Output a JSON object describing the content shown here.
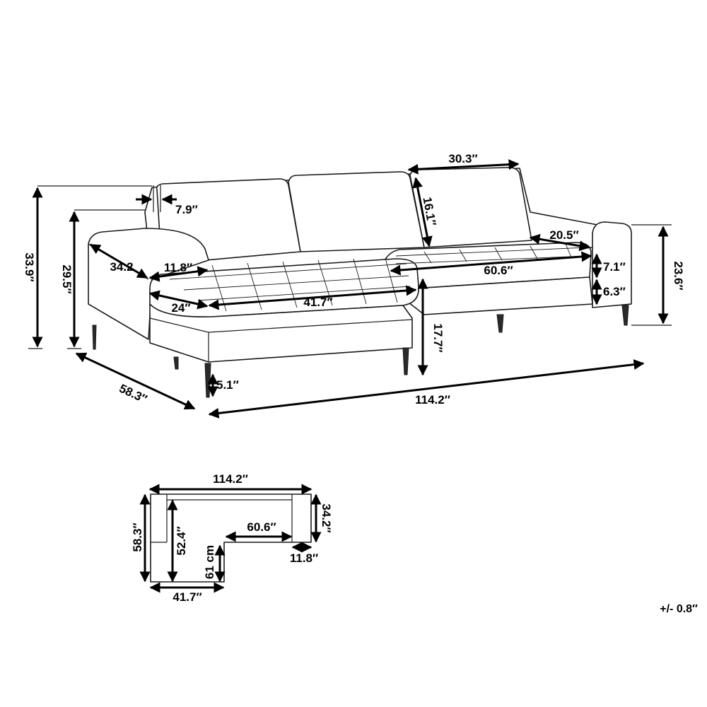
{
  "perspective": {
    "width_total": "114.2″",
    "depth_chaise": "58.3″",
    "height_back": "33.9″",
    "height_arm_left": "29.5″",
    "height_arm_right": "23.6″",
    "cushion_back_width": "30.3″",
    "cushion_back_height": "16.1″",
    "back_thickness": "7.9″",
    "arm_depth": "34.2",
    "arm_width": "11.8″",
    "chaise_seat_length": "41.7″",
    "chaise_seat_width": "24″",
    "sofa_seat_width": "60.6″",
    "right_seat_depth": "20.5″",
    "seat_cushion_height": "7.1″",
    "seat_base_height": "6.3″",
    "seat_height": "17.7″",
    "leg_height": "5.1″"
  },
  "plan": {
    "total_width": "114.2″",
    "total_depth": "58.3″",
    "inner_depth": "52.4″",
    "chaise_inner": "61 cm",
    "seat_width": "60.6″",
    "sofa_depth": "34.2″",
    "arm_width": "11.8″",
    "chaise_width": "41.7″"
  },
  "tolerance": "+/- 0.8″"
}
